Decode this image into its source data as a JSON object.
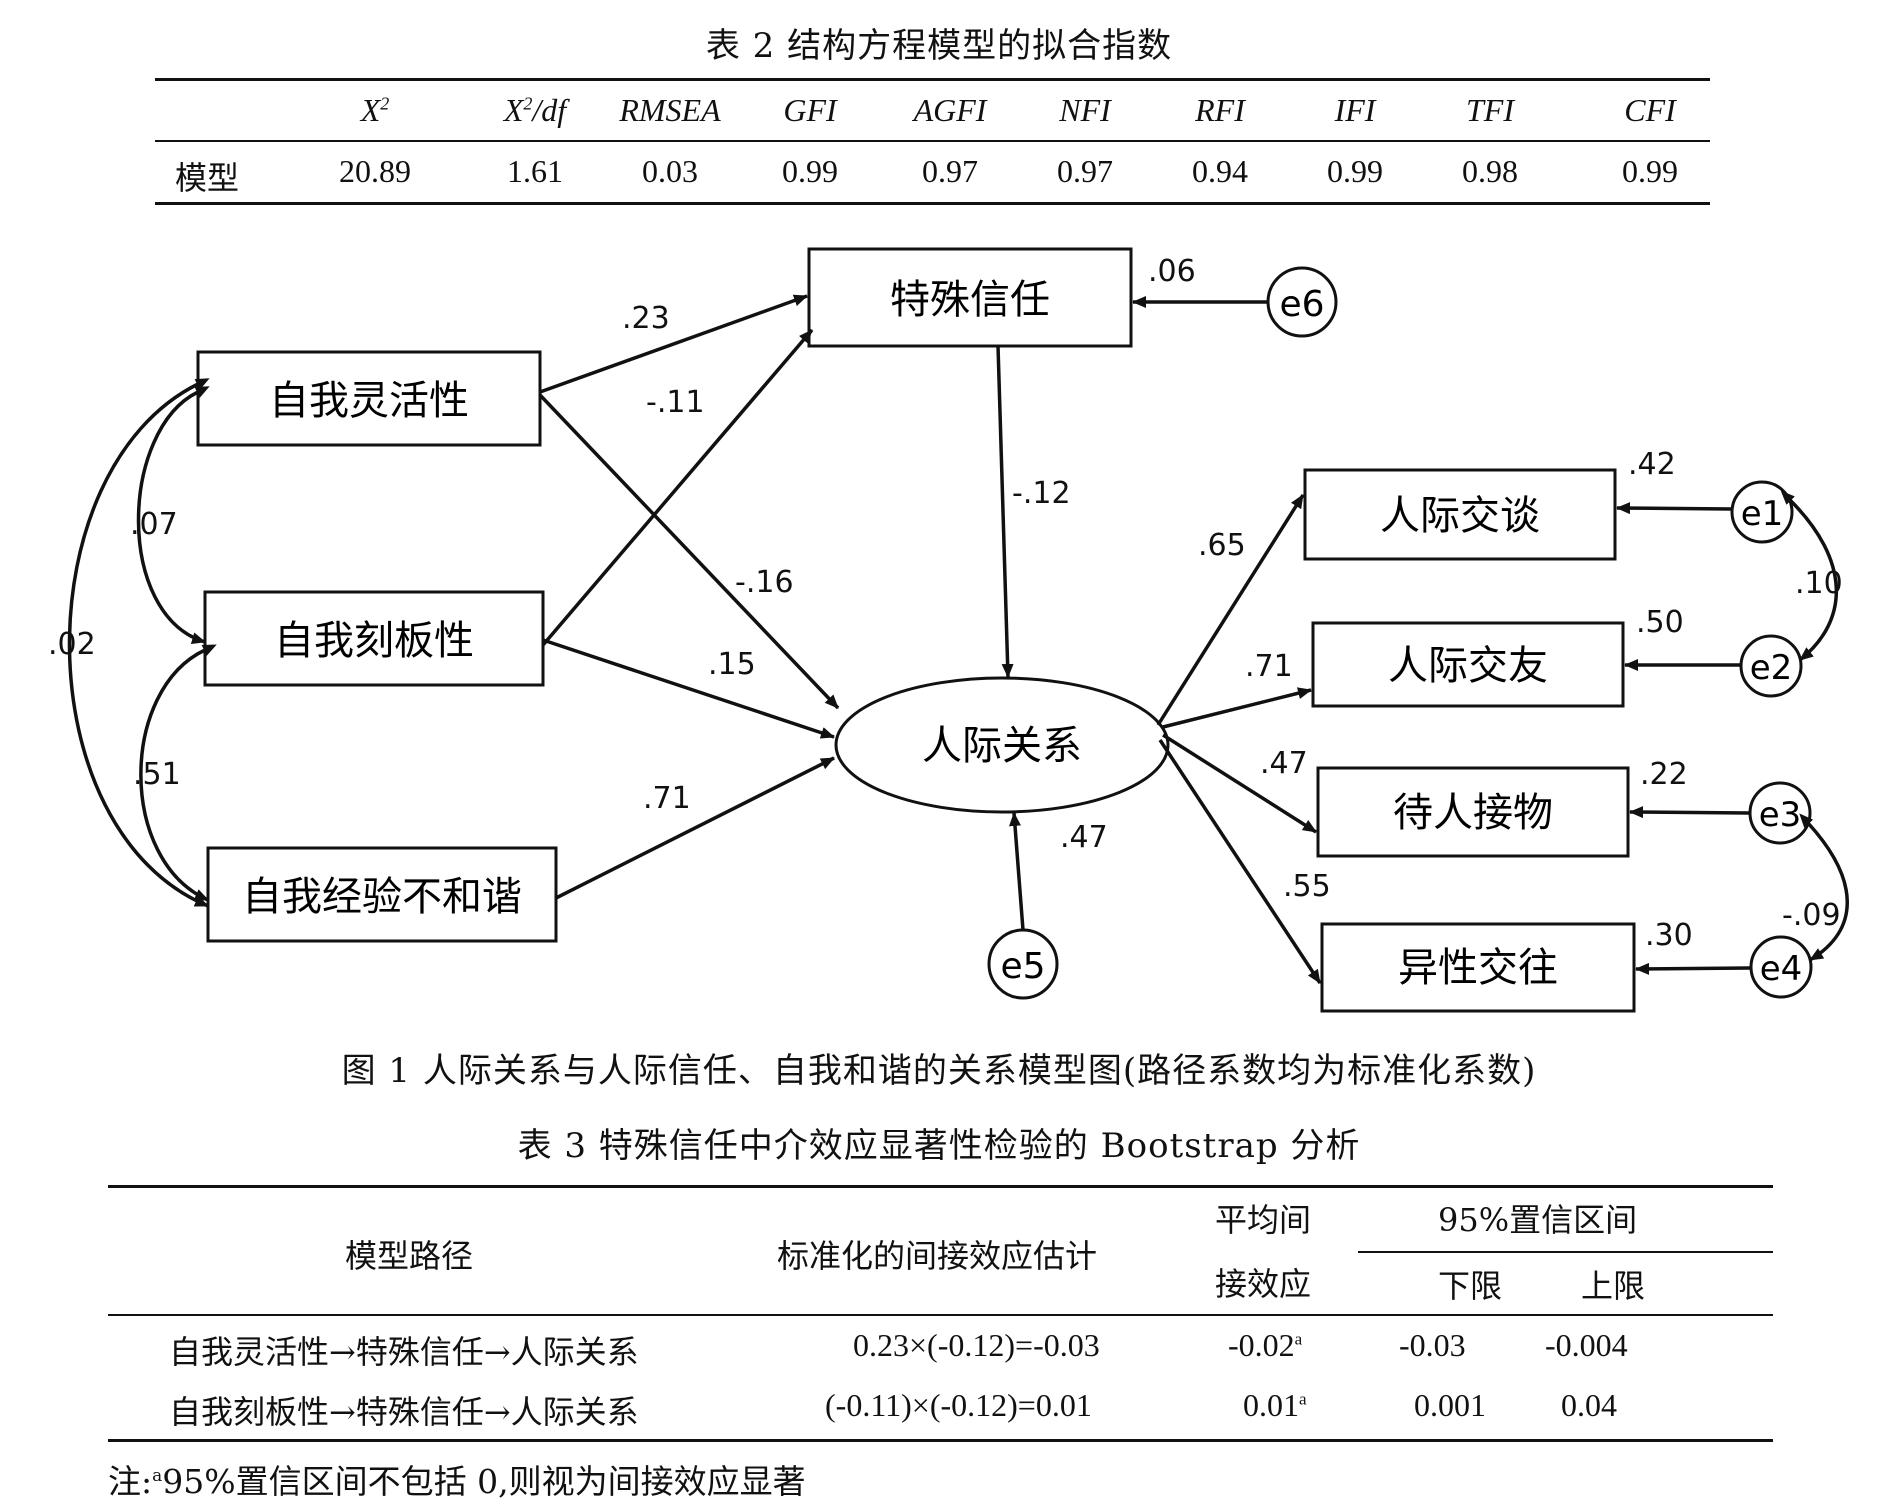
{
  "table2": {
    "caption": "表 2  结构方程模型的拟合指数",
    "headers": [
      "X",
      "X",
      "RMSEA",
      "GFI",
      "AGFI",
      "NFI",
      "RFI",
      "IFI",
      "TFI",
      "CFI"
    ],
    "header_sup": "2",
    "header_suffix_df": "/df",
    "row_label": "模型",
    "values": [
      "20.89",
      "1.61",
      "0.03",
      "0.99",
      "0.97",
      "0.97",
      "0.94",
      "0.99",
      "0.98",
      "0.99"
    ]
  },
  "figure": {
    "caption": "图 1  人际关系与人际信任、自我和谐的关系模型图(路径系数均为标准化系数)",
    "nodes": {
      "flex": "自我灵活性",
      "rigid": "自我刻板性",
      "incongruent": "自我经验不和谐",
      "trust": "特殊信任",
      "relation": "人际关系",
      "talk": "人际交谈",
      "friends": "人际交友",
      "treat": "待人接物",
      "opposite": "异性交往",
      "e1": "e1",
      "e2": "e2",
      "e3": "e3",
      "e4": "e4",
      "e5": "e5",
      "e6": "e6"
    },
    "coefficients": {
      "flex_trust": ".23",
      "rigid_trust": "-.11",
      "trust_relation": "-.12",
      "flex_relation": "-.16",
      "rigid_relation": ".15",
      "incongruent_relation": ".71",
      "cov_flex_rigid": ".07",
      "cov_flex_incongruent": ".02",
      "cov_rigid_incongruent": ".51",
      "trust_r2": ".06",
      "relation_r2": ".47",
      "relation_talk": ".65",
      "relation_friends": ".71",
      "relation_treat": ".47",
      "relation_opposite": ".55",
      "talk_r2": ".42",
      "friends_r2": ".50",
      "treat_r2": ".22",
      "opposite_r2": ".30",
      "cov_e1_e2": ".10",
      "cov_e3_e4": "-.09"
    }
  },
  "table3": {
    "caption": "表 3  特殊信任中介效应显著性检验的 Bootstrap 分析",
    "col_path": "模型路径",
    "col_estimate": "标准化的间接效应估计",
    "col_mean_line1": "平均间",
    "col_mean_line2": "接效应",
    "col_ci": "95%置信区间",
    "col_lower": "下限",
    "col_upper": "上限",
    "rows": [
      {
        "path": "自我灵活性→特殊信任→人际关系",
        "estimate": "0.23×(-0.12)=-0.03",
        "mean": "-0.02",
        "mean_sup": "a",
        "lower": "-0.03",
        "upper": "-0.004"
      },
      {
        "path": "自我刻板性→特殊信任→人际关系",
        "estimate": "(-0.11)×(-0.12)=0.01",
        "mean": "0.01",
        "mean_sup": "a",
        "lower": "0.001",
        "upper": "0.04"
      }
    ]
  },
  "note": {
    "prefix": "注:",
    "sup": "a",
    "text": "95%置信区间不包括 0,则视为间接效应显著"
  }
}
